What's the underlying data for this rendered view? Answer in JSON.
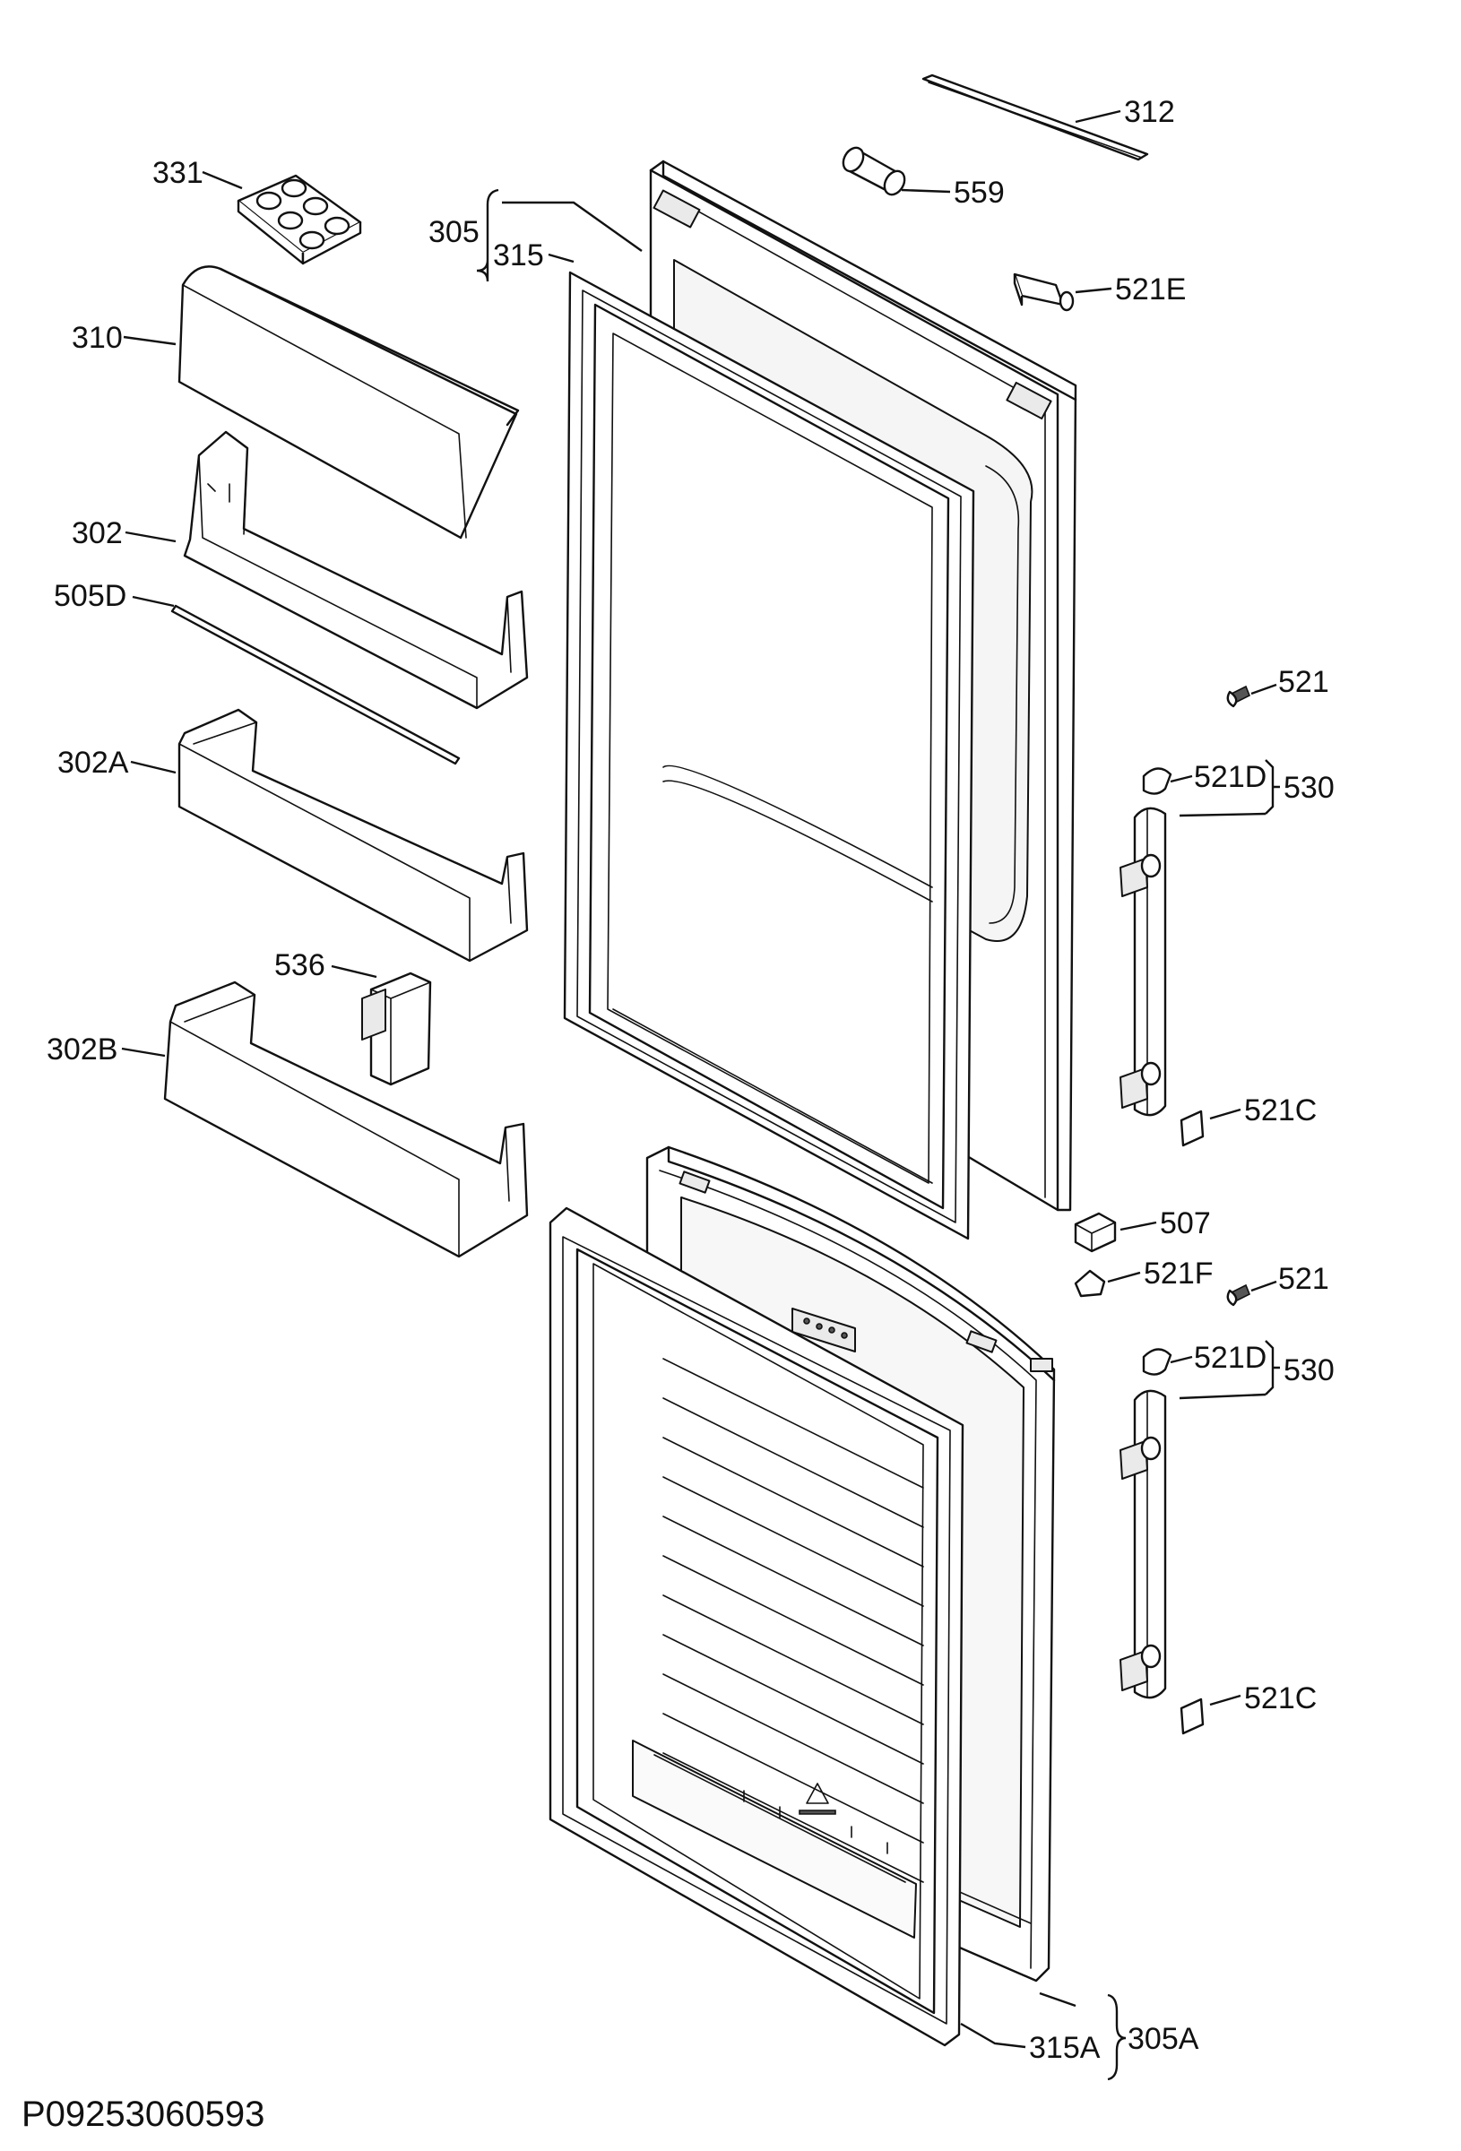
{
  "labels": {
    "l312": "312",
    "l559": "559",
    "l331": "331",
    "l305": "305",
    "l315": "315",
    "l521E": "521E",
    "l310": "310",
    "l302": "302",
    "l505D": "505D",
    "l302A": "302A",
    "l521a": "521",
    "l521Da": "521D",
    "l530a": "530",
    "l536": "536",
    "l302B": "302B",
    "l521Ca": "521C",
    "l507": "507",
    "l521F": "521F",
    "l521b": "521",
    "l521Db": "521D",
    "l530b": "530",
    "l521Cb": "521C",
    "l315A": "315A",
    "l305A": "305A"
  },
  "drawing_number": "P09253060593"
}
